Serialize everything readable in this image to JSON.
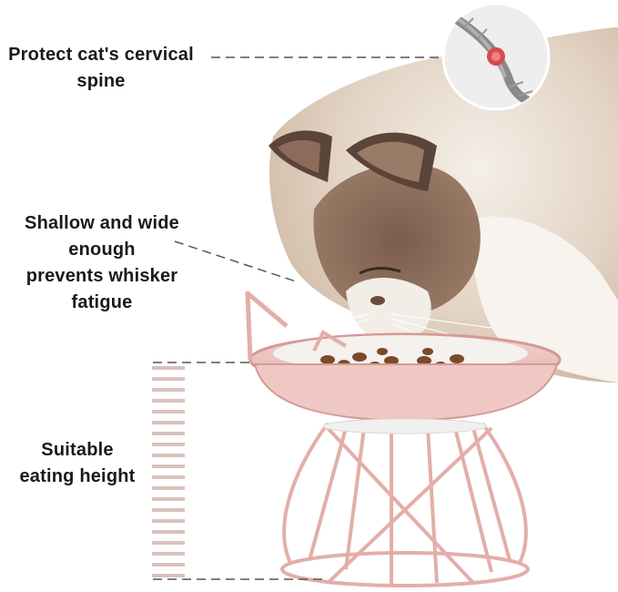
{
  "callouts": {
    "spine": {
      "lines": [
        "Protect cat's cervical",
        "spine"
      ]
    },
    "whisker": {
      "lines": [
        "Shallow and wide",
        "enough",
        "prevents whisker",
        "fatigue"
      ]
    },
    "height": {
      "lines": [
        "Suitable",
        "eating height"
      ]
    }
  },
  "colors": {
    "text": "#1a1a1a",
    "bowl_pink": "#e8b7b3",
    "bowl_pink_dark": "#d49a96",
    "cat_cream": "#e9dccd",
    "cat_brown": "#8a6a55",
    "cat_dark": "#5b4438",
    "kibble": "#7a4a2a",
    "dash": "#555555",
    "stripe": "#d8c2bd"
  }
}
